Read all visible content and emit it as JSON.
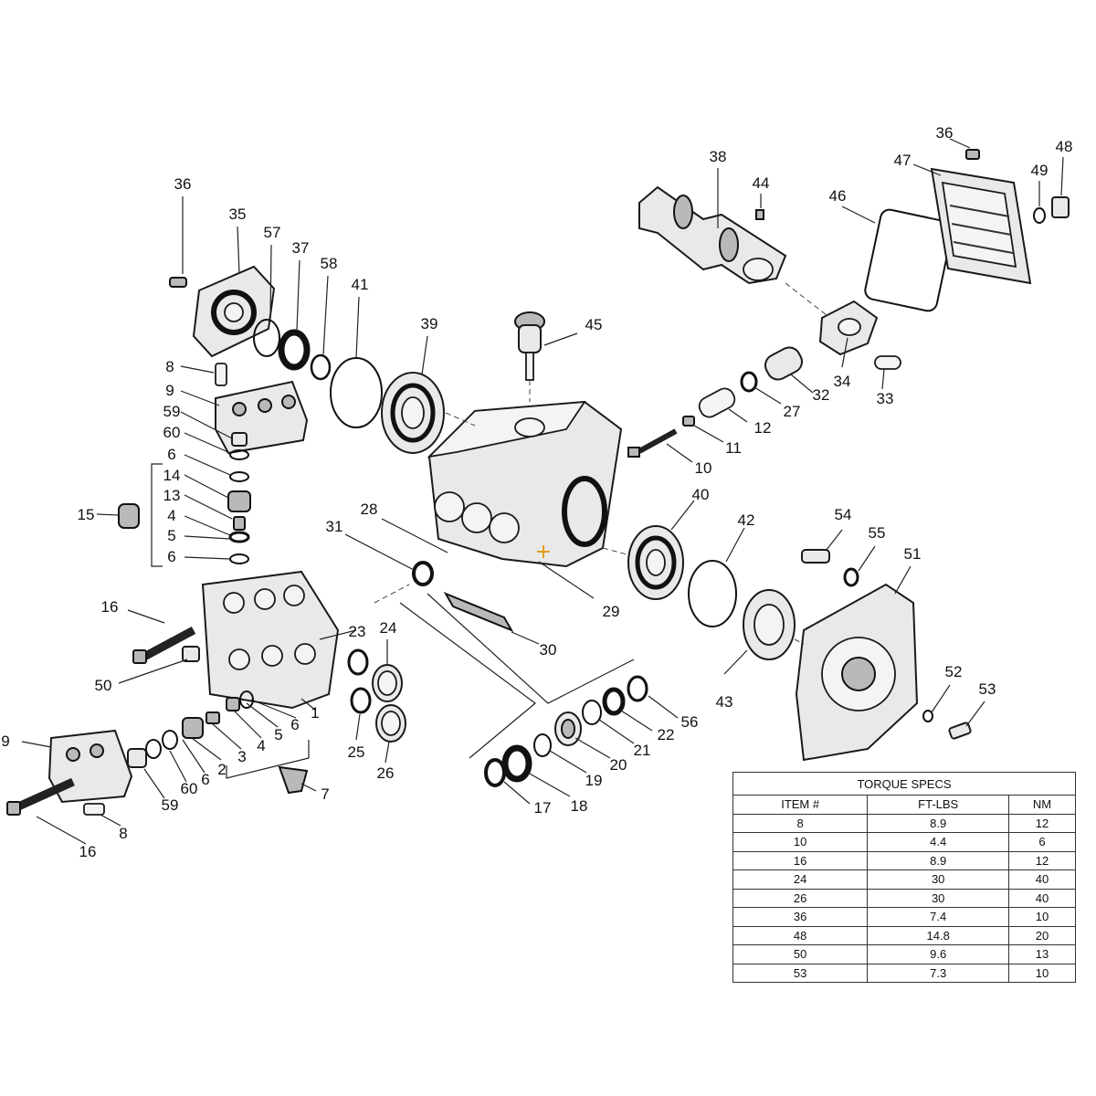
{
  "callouts": [
    "36",
    "35",
    "57",
    "37",
    "58",
    "41",
    "39",
    "45",
    "38",
    "44",
    "36",
    "47",
    "48",
    "49",
    "46",
    "34",
    "33",
    "32",
    "27",
    "12",
    "11",
    "10",
    "8",
    "9",
    "59",
    "60",
    "6",
    "14",
    "13",
    "4",
    "5",
    "6",
    "15",
    "28",
    "31",
    "29",
    "30",
    "40",
    "42",
    "43",
    "54",
    "55",
    "51",
    "52",
    "53",
    "16",
    "50",
    "23",
    "24",
    "25",
    "26",
    "1",
    "2",
    "3",
    "4",
    "5",
    "6",
    "9",
    "16",
    "8",
    "59",
    "60",
    "6",
    "7",
    "17",
    "18",
    "19",
    "20",
    "21",
    "22",
    "56"
  ],
  "torque_table": {
    "title": "TORQUE SPECS",
    "headers": [
      "ITEM #",
      "FT-LBS",
      "NM"
    ],
    "rows": [
      [
        "8",
        "8.9",
        "12"
      ],
      [
        "10",
        "4.4",
        "6"
      ],
      [
        "16",
        "8.9",
        "12"
      ],
      [
        "24",
        "30",
        "40"
      ],
      [
        "26",
        "30",
        "40"
      ],
      [
        "36",
        "7.4",
        "10"
      ],
      [
        "48",
        "14.8",
        "20"
      ],
      [
        "50",
        "9.6",
        "13"
      ],
      [
        "53",
        "7.3",
        "10"
      ]
    ]
  }
}
